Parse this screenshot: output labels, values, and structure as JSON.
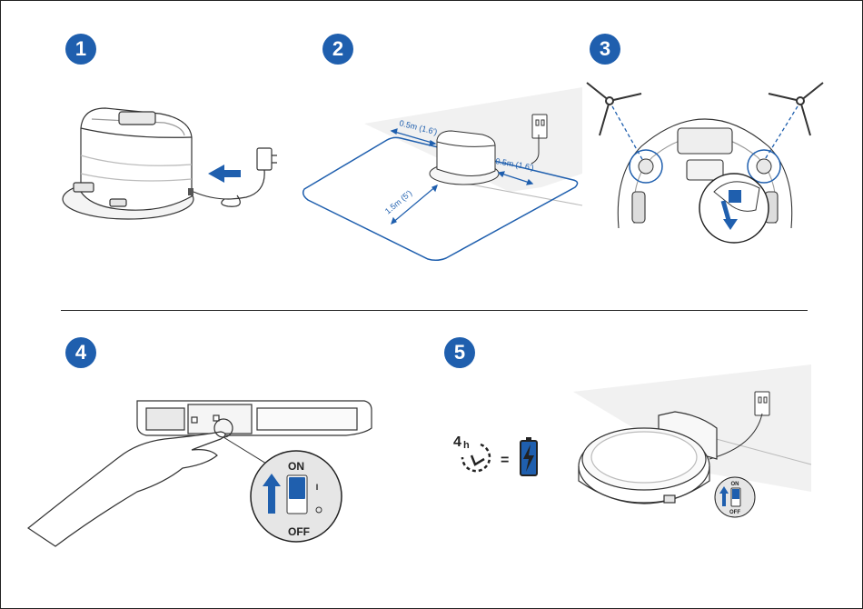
{
  "steps": [
    {
      "number": "1"
    },
    {
      "number": "2"
    },
    {
      "number": "3"
    },
    {
      "number": "4"
    },
    {
      "number": "5"
    }
  ],
  "step2": {
    "dim_side_left": "0.5m (1.6')",
    "dim_side_right": "0.5m (1.6')",
    "dim_front": "1.5m (5')"
  },
  "step4": {
    "switch_on": "ON",
    "switch_off": "OFF",
    "on_symbol": "I"
  },
  "step5": {
    "charge_time": "4",
    "charge_unit": "h",
    "equals": "=",
    "switch_on": "ON",
    "switch_off": "OFF"
  },
  "colors": {
    "accent": "#1f5fae",
    "line": "#222222",
    "shade": "#d9d9d9"
  },
  "icons": [
    "arrow-left-icon",
    "power-adapter-icon",
    "wall-outlet-icon",
    "side-brush-icon",
    "clock-icon",
    "battery-charging-icon",
    "arrow-up-icon"
  ]
}
